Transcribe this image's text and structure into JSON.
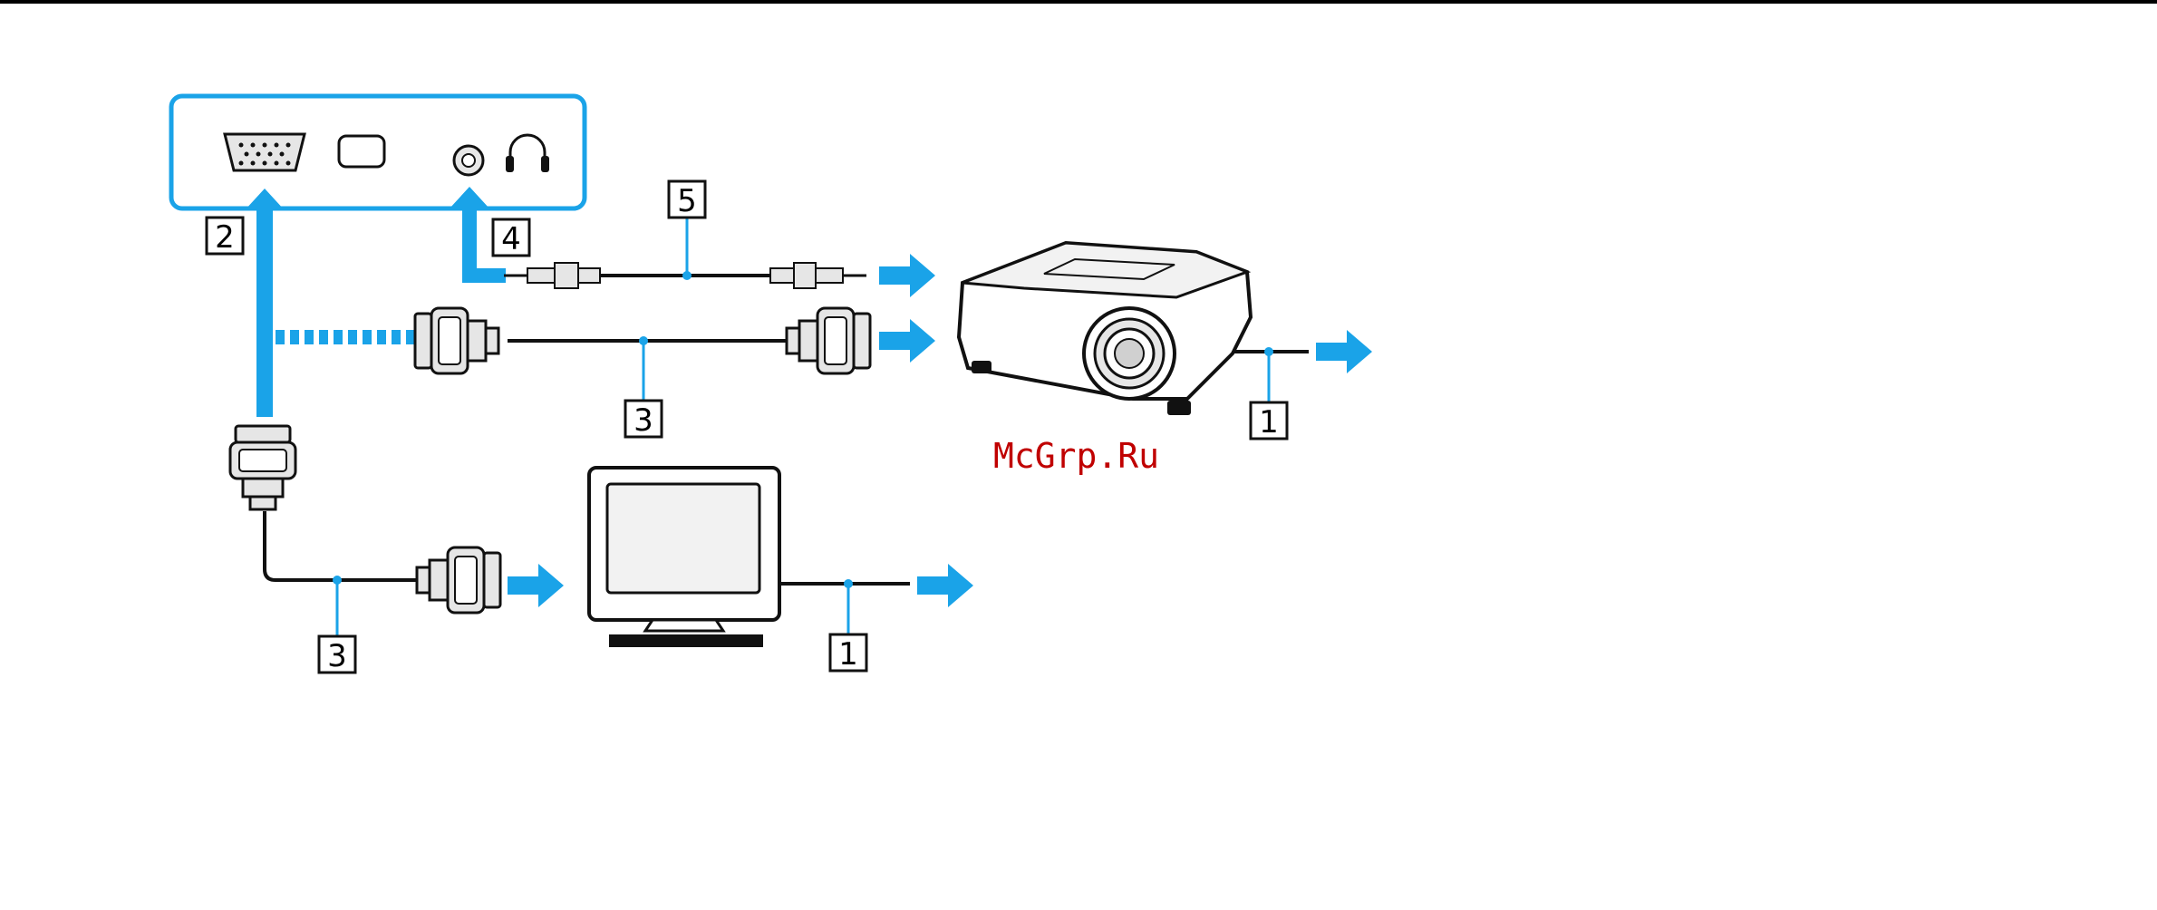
{
  "diagram": {
    "watermark": "McGrp.Ru",
    "callouts": {
      "laptop_vga": "2",
      "laptop_audio": "4",
      "audio_cable": "5",
      "vga_cable_projector": "3",
      "projector_power": "1",
      "vga_cable_monitor": "3",
      "monitor_power": "1"
    },
    "colors": {
      "arrow": "#1aa3e8",
      "panel_border": "#1aa3e8",
      "line": "#111111",
      "connector_fill": "#e6e6e6",
      "watermark": "#c00000"
    },
    "icons": [
      "vga-port-icon",
      "hdmi-port-icon",
      "audio-jack-icon",
      "headphone-icon",
      "projector-icon",
      "monitor-icon",
      "vga-connector-icon",
      "audio-plug-icon",
      "arrow-icon"
    ]
  }
}
